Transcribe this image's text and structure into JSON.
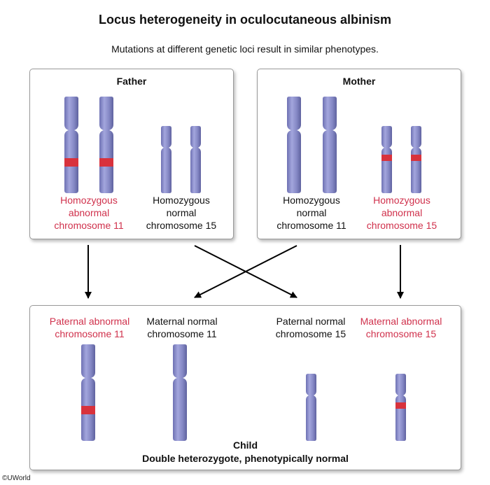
{
  "title": "Locus heterogeneity in oculocutaneous albinism",
  "subtitle": "Mutations at different genetic loci result in similar phenotypes.",
  "father": {
    "heading": "Father",
    "chr11_label": [
      "Homozygous",
      "abnormal",
      "chromosome 11"
    ],
    "chr15_label": [
      "Homozygous",
      "normal",
      "chromosome 15"
    ]
  },
  "mother": {
    "heading": "Mother",
    "chr11_label": [
      "Homozygous",
      "normal",
      "chromosome 11"
    ],
    "chr15_label": [
      "Homozygous",
      "abnormal",
      "chromosome 15"
    ]
  },
  "child": {
    "labels": [
      [
        "Paternal abnormal",
        "chromosome 11"
      ],
      [
        "Maternal normal",
        "chromosome 11"
      ],
      [
        "Paternal normal",
        "chromosome 15"
      ],
      [
        "Maternal abnormal",
        "chromosome 15"
      ]
    ],
    "heading": "Child",
    "subheading": "Double heterozygote, phenotypically normal"
  },
  "credit": "©UWorld",
  "colors": {
    "chromosome": "#8c8fc9",
    "mutation_band": "#d8323c",
    "abnormal_text": "#d0314c",
    "normal_text": "#111111"
  }
}
